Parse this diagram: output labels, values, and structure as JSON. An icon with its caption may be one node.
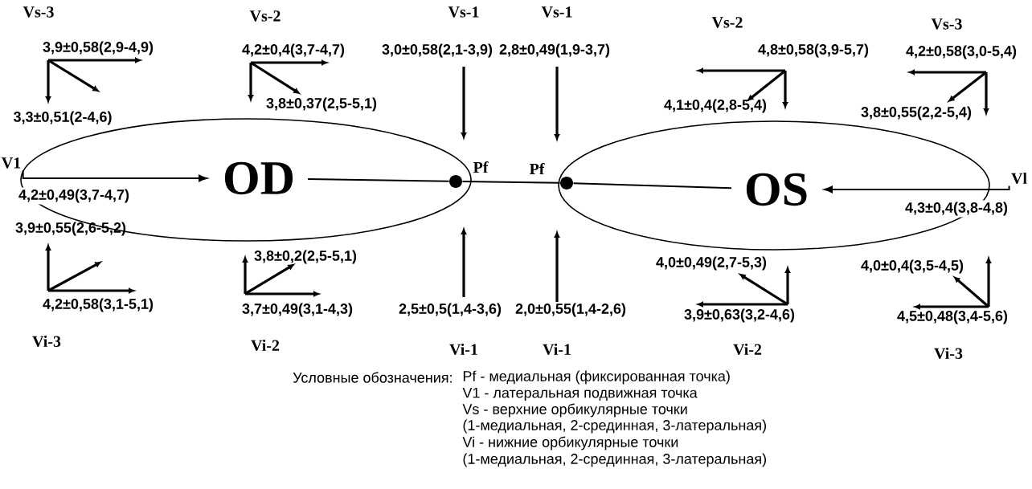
{
  "diagram": {
    "nodes": [
      {
        "text": [],
        "shape": "ellipse"
      },
      {
        "text": [
          "OD"
        ],
        "in": 0
      },
      {
        "text": [],
        "shape": "circle",
        "beside": [
          "Pf"
        ],
        "in": 0
      },
      {
        "text": [],
        "shape": "circle",
        "beside": [
          "Pf"
        ],
        "in": 4
      },
      {
        "text": [],
        "shape": "ellipse"
      },
      {
        "text": [
          "OS"
        ],
        "in": 4
      },
      {
        "text": [
          "V1"
        ],
        "beside": [
          "4,2±0,49(3,7-4,7)"
        ]
      },
      {
        "text": [
          "Vl"
        ],
        "beside": [
          "4,3±0,4(3,8-4,8)"
        ]
      }
    ],
    "edges": [
      {
        "from": 6,
        "to": 1,
        "arrow": "to"
      },
      {
        "from": 1,
        "to": 2,
        "arrow": "none"
      },
      {
        "from": 2,
        "to": 3,
        "arrow": "none"
      },
      {
        "from": 3,
        "to": 5,
        "arrow": "none"
      },
      {
        "from": 7,
        "to": 5,
        "arrow": "to"
      }
    ],
    "labels": [
      "Vs-3",
      "Vs-2",
      "Vs-1",
      "Vs-1",
      "Vs-2",
      "Vs-3",
      "3,9±0,58(2,9-4,9)",
      "4,2±0,4(3,7-4,7)",
      "3,0±0,58(2,1-3,9)",
      "2,8±0,49(1,9-3,7)",
      "4,8±0,58(3,9-5,7)",
      "4,2±0,58(3,0-5,4)",
      "3,3±0,51(2-4,6)",
      "3,8±0,37(2,5-5,1)",
      "4,1±0,4(2,8-5,4)",
      "3,8±0,55(2,2-5,4)",
      "3,9±0,55(2,6-5,2)",
      "3,8±0,2(2,5-5,1)",
      "4,0±0,49(2,7-5,3)",
      "4,0±0,4(3,5-4,5)",
      "4,2±0,58(3,1-5,1)",
      "3,7±0,49(3,1-4,3)",
      "2,5±0,5(1,4-3,6)",
      "2,0±0,55(1,4-2,6)",
      "3,9±0,63(3,2-4,6)",
      "4,5±0,48(3,4-5,6)",
      "Vi-3",
      "Vi-2",
      "Vi-1",
      "Vi-1",
      "Vi-2",
      "Vi-3",
      "Условные обозначения:",
      "Pf - медиальная (фиксированная точка)",
      "V1 - латеральная подвижная точка",
      "Vs - верхние орбикулярные точки",
      "(1-медиальная, 2-срединная, 3-латеральная)",
      "Vi - нижние орбикулярные точки",
      "(1-медиальная, 2-срединная, 3-латеральная)"
    ]
  }
}
